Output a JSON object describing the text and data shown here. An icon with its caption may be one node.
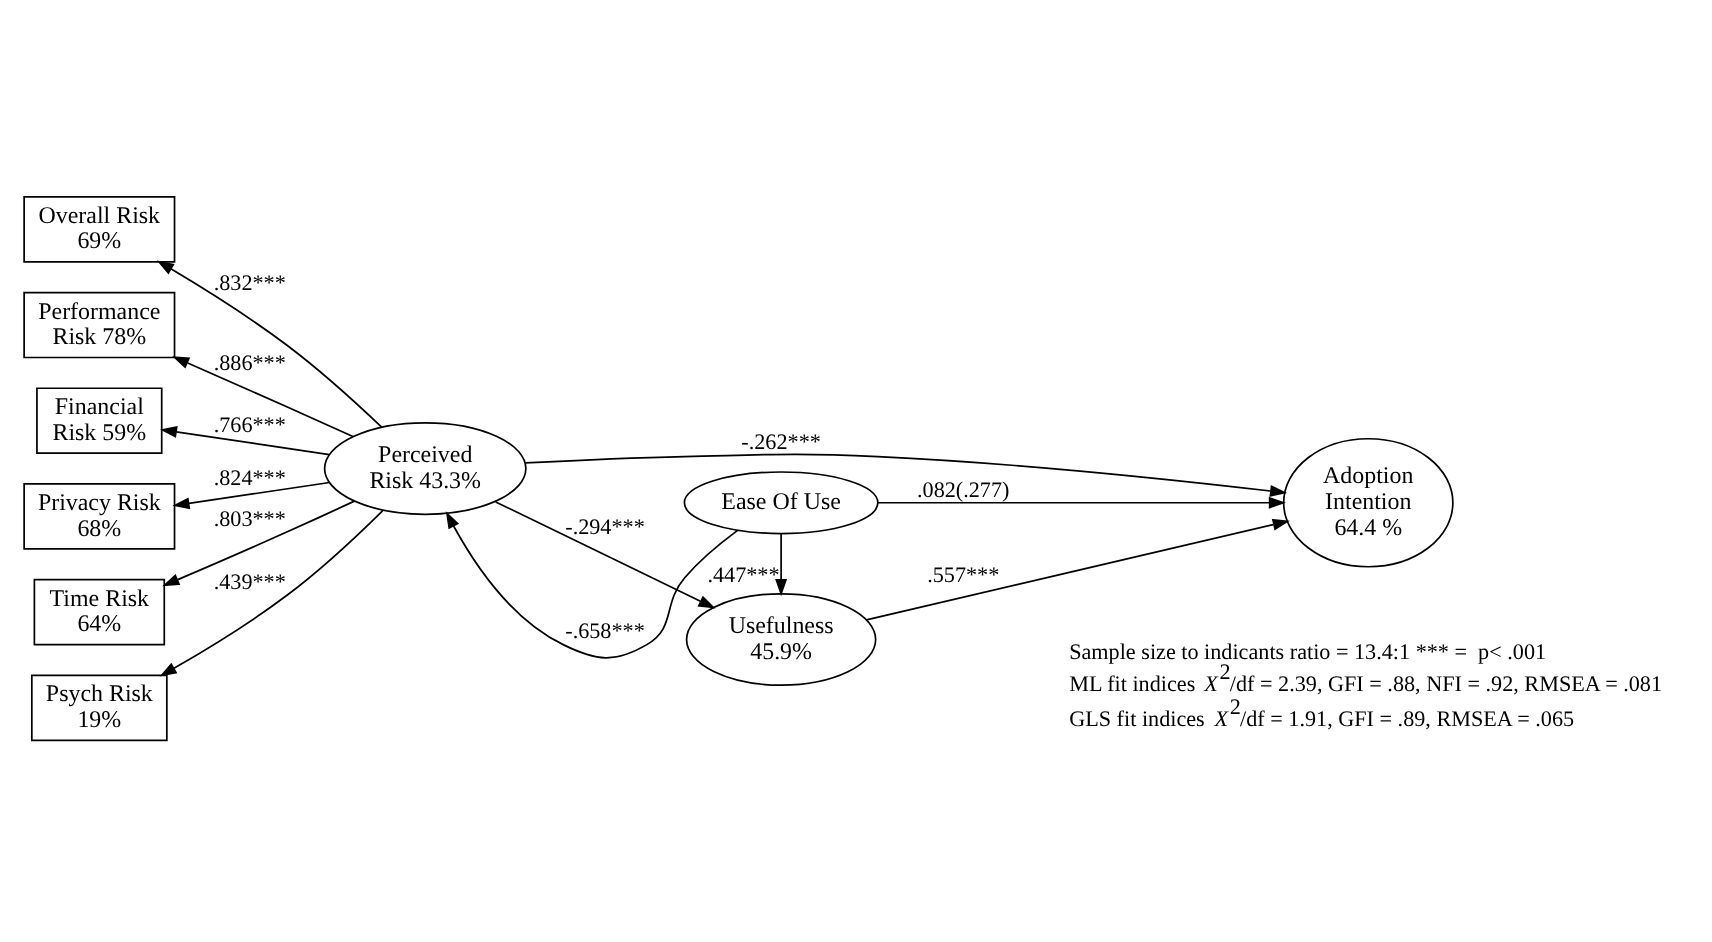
{
  "diagram": {
    "nodes": [
      {
        "text": [
          "Overall Risk 69%"
        ]
      },
      {
        "text": [
          "Performance Risk 78%"
        ]
      },
      {
        "text": [
          "Financial Risk 59%"
        ]
      },
      {
        "text": [
          "Privacy Risk 68%"
        ]
      },
      {
        "text": [
          "Time Risk 64%"
        ]
      },
      {
        "text": [
          "Psych Risk 19%"
        ]
      },
      {
        "text": [
          "Perceived Risk 43.3%"
        ]
      },
      {
        "text": [
          "Usefulness 45.9%"
        ]
      },
      {
        "text": [
          "Adoption Intention 64.4 %"
        ]
      },
      {
        "text": [
          "Ease Of Use"
        ]
      }
    ],
    "edges": [
      {
        "from": 6,
        "to": 0,
        "arrow": "to",
        "label": ".832***"
      },
      {
        "from": 6,
        "to": 1,
        "arrow": "to",
        "label": ".886***"
      },
      {
        "from": 6,
        "to": 2,
        "arrow": "to",
        "label": ".766***"
      },
      {
        "from": 6,
        "to": 3,
        "arrow": "to",
        "label": ".824***"
      },
      {
        "from": 6,
        "to": 4,
        "arrow": "to",
        "label": ".803***"
      },
      {
        "from": 6,
        "to": 5,
        "arrow": "to",
        "label": ".439***"
      },
      {
        "from": 6,
        "to": 8,
        "arrow": "to",
        "label": "-.262***"
      },
      {
        "from": 6,
        "to": 7,
        "arrow": "to",
        "label": "-.294***"
      },
      {
        "from": 7,
        "to": 8,
        "arrow": "to",
        "label": ".557***"
      },
      {
        "from": 9,
        "to": 7,
        "arrow": "to",
        "label": ".447***"
      },
      {
        "from": 9,
        "to": 8,
        "arrow": "to",
        "label": ".082(.277)"
      },
      {
        "from": 9,
        "to": 6,
        "arrow": "to",
        "label": "-.658***"
      }
    ],
    "labels": [
      "Sample size to indicants ratio = 13.4:1 *** =  p< .001",
      "ML fit indices *X*$^{2}$/df = 2.39, GFI = .88, NFI = .92, RMSEA = .081",
      "GLS fit indices *X*$^{2}$/df = 1.91, GFI = .89, RMSEA = .065"
    ]
  }
}
